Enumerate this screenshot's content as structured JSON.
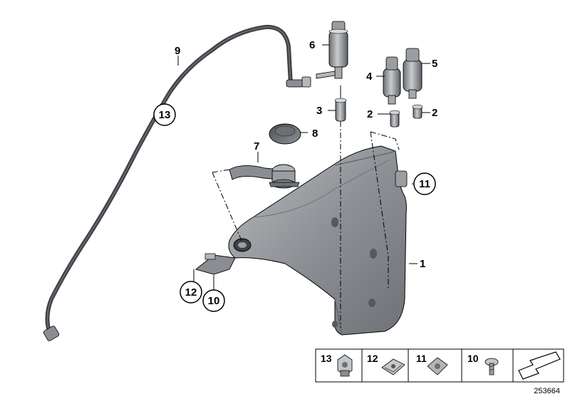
{
  "diagram_id": "253664",
  "callouts": {
    "c1": "1",
    "c2a": "2",
    "c2b": "2",
    "c3": "3",
    "c4": "4",
    "c5": "5",
    "c6": "6",
    "c7": "7",
    "c8": "8",
    "c9": "9",
    "c10": "10",
    "c11": "11",
    "c12": "12",
    "c13": "13"
  },
  "legend": [
    {
      "number": "13",
      "icon": "hose-clamp-icon"
    },
    {
      "number": "12",
      "icon": "spring-nut-icon"
    },
    {
      "number": "11",
      "icon": "clip-nut-icon"
    },
    {
      "number": "10",
      "icon": "screw-icon"
    },
    {
      "number": "",
      "icon": "direction-arrow-icon"
    }
  ],
  "colors": {
    "part_fill": "#8a8d91",
    "part_dark": "#55585c",
    "part_light": "#c4c7ca",
    "hose": "#3e4247",
    "line": "#000000"
  }
}
